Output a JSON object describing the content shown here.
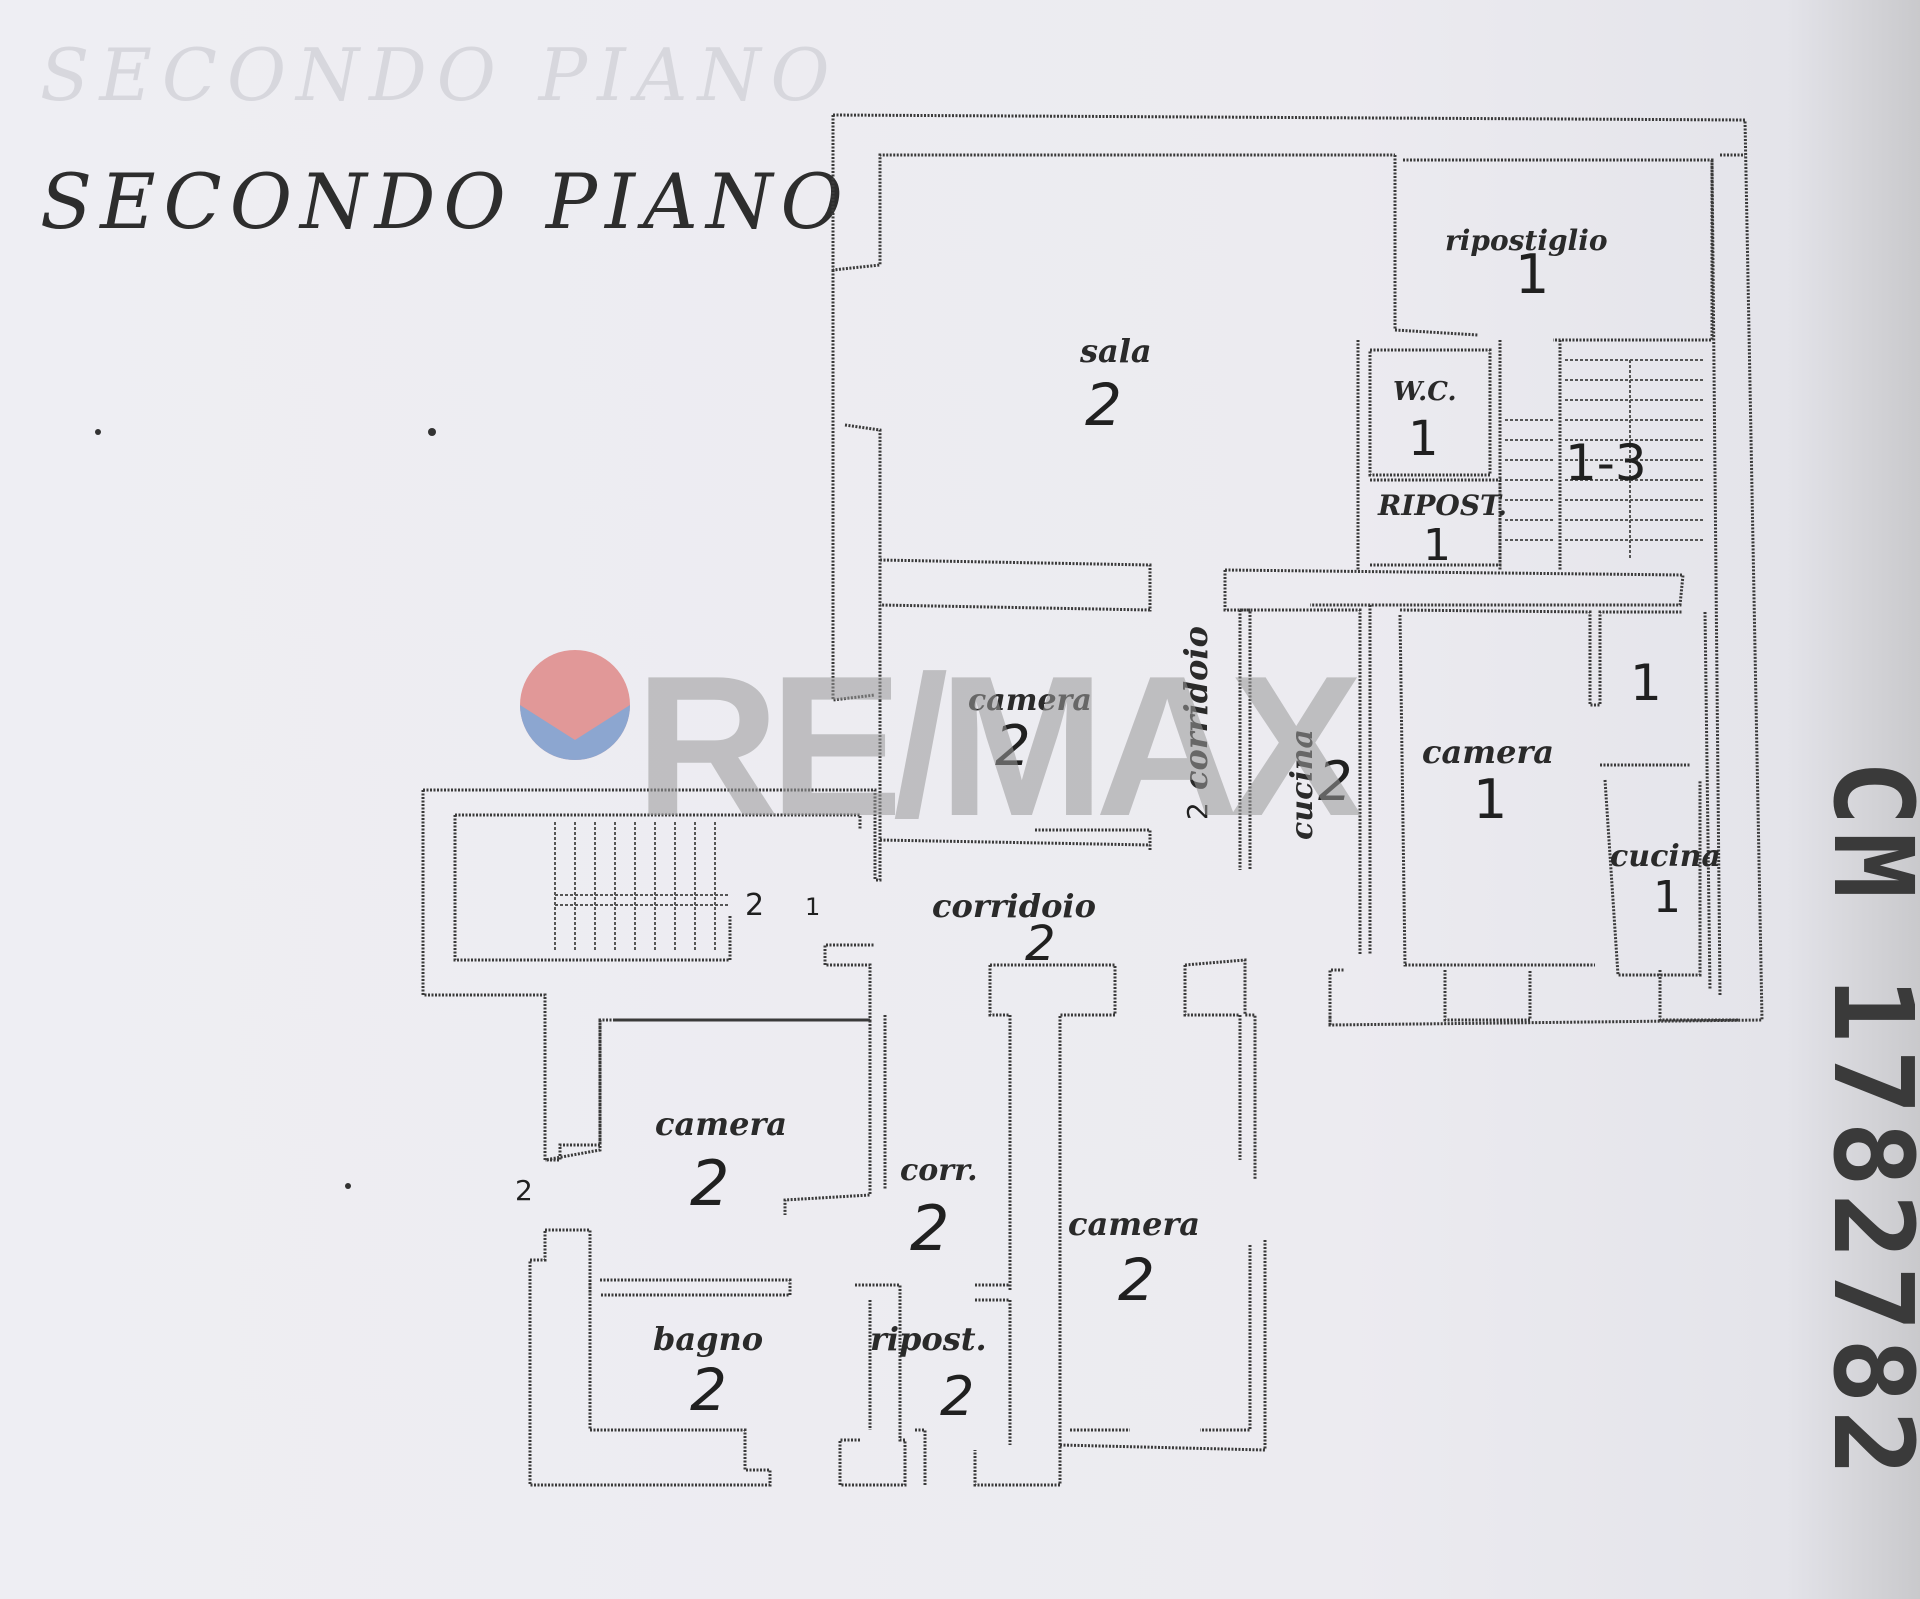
{
  "title": "SECONDO PIANO",
  "ghost_title": "SECONDO PIANO",
  "watermark": "RE/MAX",
  "stamp": "CM 1782782",
  "colors": {
    "paper": "#ecebf0",
    "ink": "#3a3a3a",
    "watermark_red": "#d9534f",
    "watermark_blue": "#3e6db5",
    "watermark_gray": "#9a9a9a"
  },
  "rooms": [
    {
      "id": "sala",
      "label": "sala",
      "floor": "2"
    },
    {
      "id": "ripostiglio",
      "label": "ripostiglio",
      "floor": "1"
    },
    {
      "id": "wc",
      "label": "W.C.",
      "floor": "1"
    },
    {
      "id": "stair-upper",
      "label": "",
      "floor": "1-3"
    },
    {
      "id": "ripost-upper",
      "label": "RIPOST.",
      "floor": "1"
    },
    {
      "id": "corridoio-vertical",
      "label": "corridoio",
      "floor": "2"
    },
    {
      "id": "camera-center",
      "label": "camera",
      "floor": "2"
    },
    {
      "id": "cucina-left",
      "label": "cucina",
      "floor": "2"
    },
    {
      "id": "camera-right",
      "label": "camera",
      "floor": "1"
    },
    {
      "id": "small-right",
      "label": "",
      "floor": "1"
    },
    {
      "id": "cucina-right",
      "label": "cucina",
      "floor": "1"
    },
    {
      "id": "corridoio-main",
      "label": "corridoio",
      "floor": "2"
    },
    {
      "id": "stairs-left",
      "label": "",
      "floor": "2"
    },
    {
      "id": "camera-lower-left",
      "label": "camera",
      "floor": "2"
    },
    {
      "id": "corr",
      "label": "corr.",
      "floor": "2"
    },
    {
      "id": "camera-lower-right",
      "label": "camera",
      "floor": "2"
    },
    {
      "id": "bagno",
      "label": "bagno",
      "floor": "2"
    },
    {
      "id": "ripost-lower",
      "label": "ripost.",
      "floor": "2"
    }
  ],
  "marks": {
    "stair_left_a": "2",
    "stair_left_b": "1",
    "left_edge": "2"
  }
}
